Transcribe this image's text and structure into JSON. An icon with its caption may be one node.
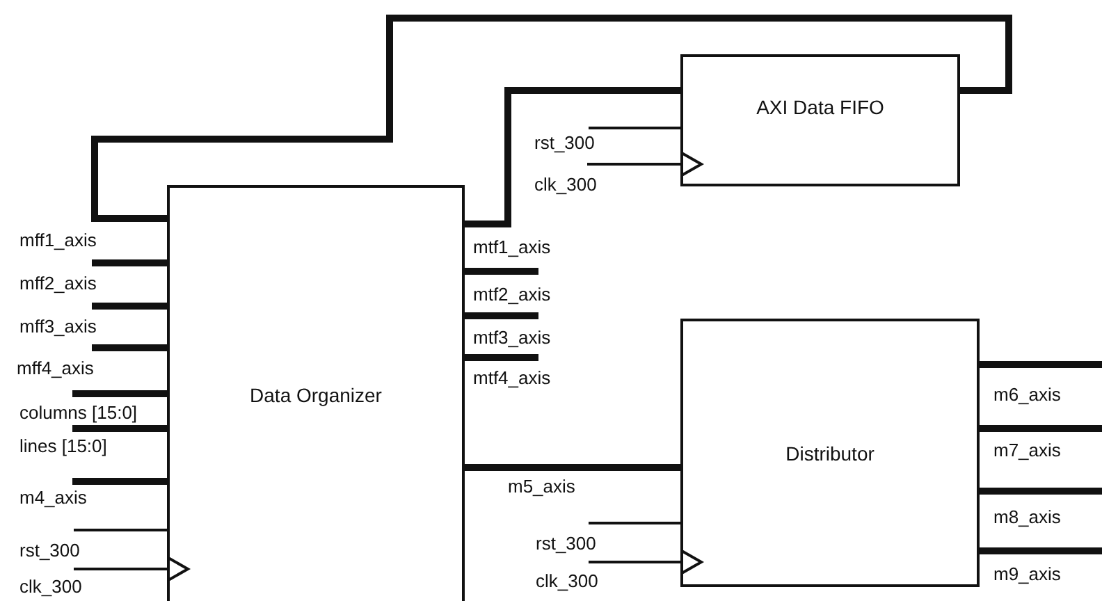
{
  "diagram": {
    "nodes": [
      {
        "text": [
          "Data Organizer"
        ],
        "beside": [
          "mff1_axis",
          "mff2_axis",
          "mff3_axis",
          "mff4_axis",
          "columns [15:0]",
          "lines [15:0]",
          "m4_axis",
          "rst_300",
          "clk_300",
          "mtf1_axis",
          "mtf2_axis",
          "mtf3_axis",
          "mtf4_axis"
        ]
      },
      {
        "text": [
          "AXI Data FIFO"
        ],
        "beside": [
          "rst_300",
          "clk_300"
        ]
      },
      {
        "text": [
          "Distributor"
        ],
        "beside": [
          "rst_300",
          "clk_300",
          "m6_axis",
          "m7_axis",
          "m8_axis",
          "m9_axis"
        ]
      }
    ],
    "edges": [
      {
        "from": 0,
        "to": 1,
        "arrow": "none"
      },
      {
        "from": 1,
        "to": 0,
        "arrow": "none"
      },
      {
        "from": 0,
        "to": 2,
        "arrow": "none",
        "label": "m5_axis"
      }
    ]
  }
}
